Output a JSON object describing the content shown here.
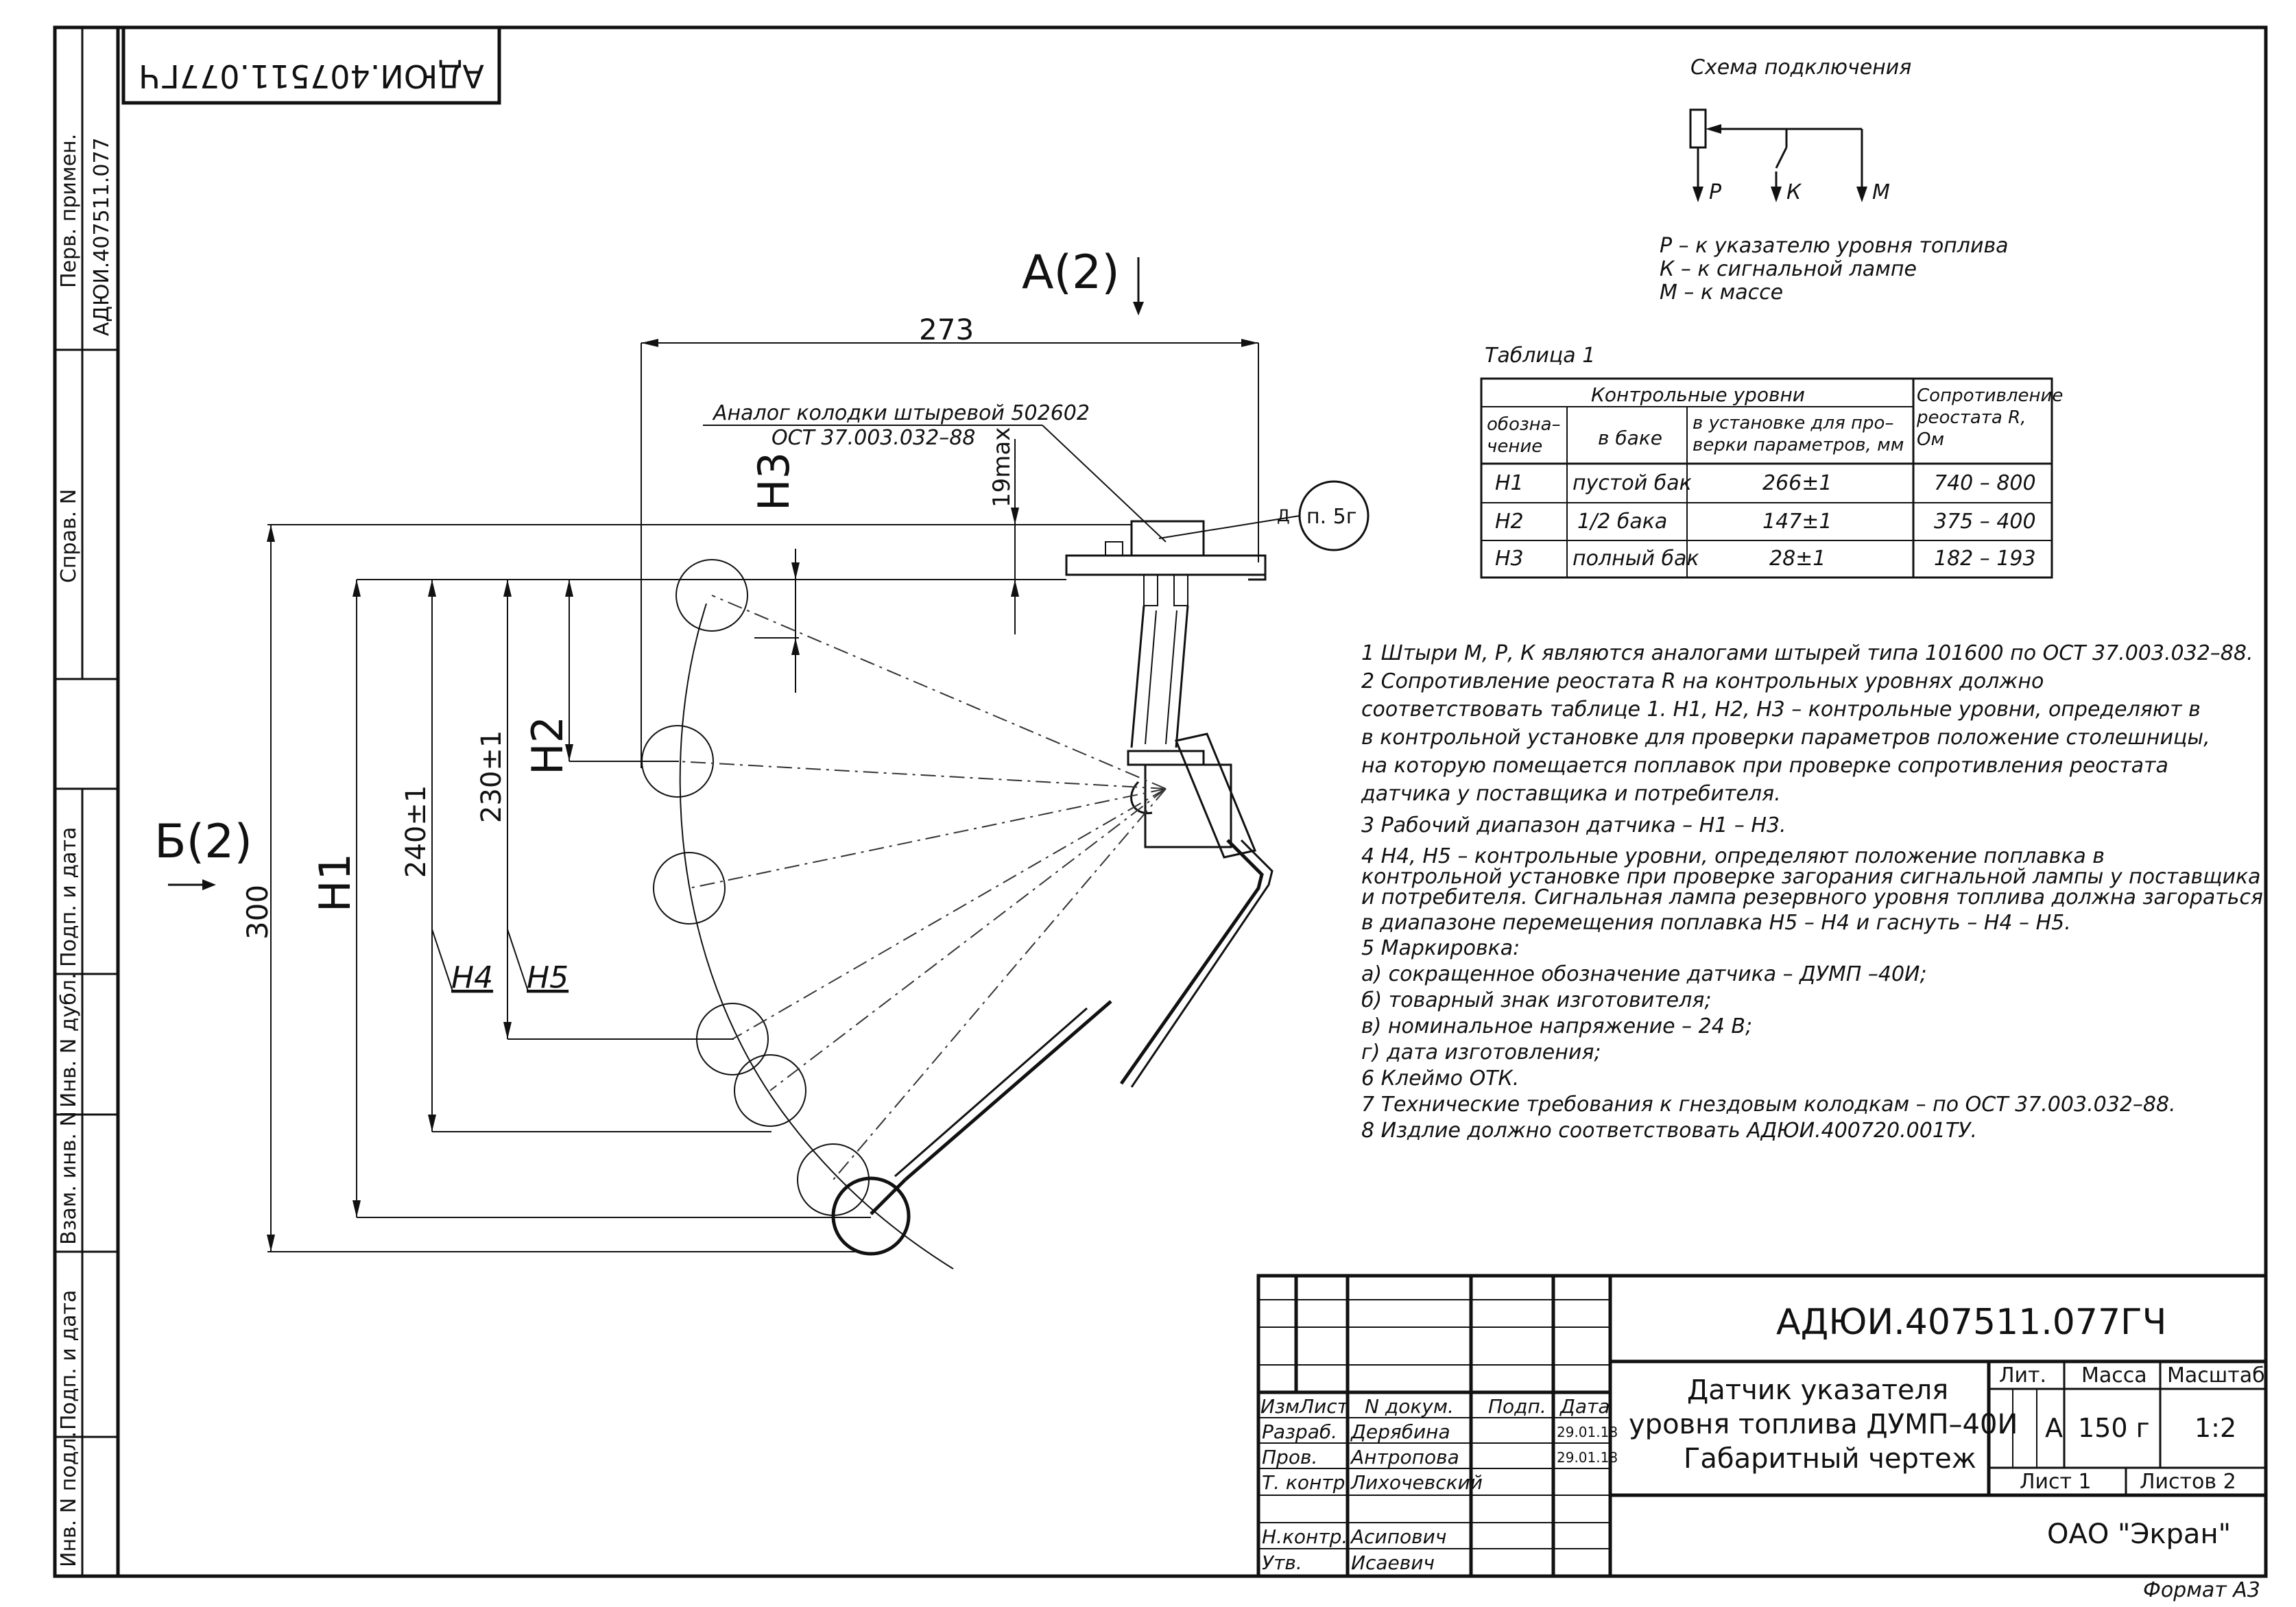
{
  "drawing": {
    "code": "АДЮИ.407511.077ГЧ",
    "code_mirrored": "АДЮИ.407511.077ГЧ",
    "format": "Формат А3"
  },
  "left_strip": {
    "perv_primen": "Перв. примен.",
    "perv_code": "АДЮИ.407511.077",
    "sprav_n": "Справ. N",
    "podp_data_1": "Подп. и дата",
    "inv_n_dubl": "Инв. N дубл.",
    "vzam_inv_n": "Взам. инв. N",
    "podp_data_2": "Подп. и дата",
    "inv_n_podl": "Инв. N подл."
  },
  "views": {
    "view_a": "А(2)",
    "view_b": "Б(2)"
  },
  "dimensions": {
    "d273": "273",
    "d300": "300",
    "d240": "240±1",
    "d230": "230±1",
    "d19max": "19max",
    "h1": "H1",
    "h2": "H2",
    "h3": "H3",
    "h4": "H4",
    "h5": "H5"
  },
  "callout": {
    "connector_line1": "Аналог колодки штыревой 502602",
    "connector_line2": "ОСТ 37.003.032–88",
    "ref_d": "Д",
    "ref_p": "п. 5г"
  },
  "scheme": {
    "title": "Схема подключения",
    "pin_p": "Р",
    "pin_k": "К",
    "pin_m": "М",
    "legend": [
      "Р – к указателю уровня топлива",
      "К  – к сигнальной лампе",
      "М  – к массе"
    ]
  },
  "table1": {
    "caption": "Таблица 1",
    "head_levels": "Контрольные уровни",
    "head_resist": [
      "Сопротивление",
      "реостата R,",
      "Ом"
    ],
    "col_designation": [
      "обозна–",
      "чение"
    ],
    "col_tank": "в баке",
    "col_install": [
      "в установке для про–",
      "верки параметров, мм"
    ],
    "rows": [
      {
        "code": "H1",
        "tank": "пустой бак",
        "mm": "266±1",
        "ohm": "740  –  800"
      },
      {
        "code": "H2",
        "tank": "1/2 бака",
        "mm": "147±1",
        "ohm": "375  –  400"
      },
      {
        "code": "H3",
        "tank": "полный бак",
        "mm": "28±1",
        "ohm": "182  –  193"
      }
    ]
  },
  "notes": [
    "   1  Штыри М, Р,  К являются аналогами штырей типа 101600  по ОСТ 37.003.032–88.",
    "   2  Сопротивление реостата R на контрольных уровнях должно",
    "соответствовать таблице 1.  H1,  H2,  H3 – контрольные уровни,  определяют в",
    "в контрольной установке для проверки параметров положение столешницы,",
    "на которую помещается поплавок при проверке сопротивления реостата",
    "датчика у поставщика и потребителя.",
    "   3  Рабочий диапазон датчика –  H1  –  H3.",
    "   4  H4,  H5   –  контрольные уровни, определяют положение поплавка в",
    "контрольной  установке при проверке загорания сигнальной лампы у поставщика",
    "и потребителя.  Сигнальная лампа резервного уровня топлива должна загораться",
    "в диапазоне перемещения поплавка H5 – H4  и гаснуть –    H4 – H5.",
    "   5  Маркировка:",
    "   а)  сокращенное обозначение датчика –  ДУМП –40И;",
    "   б)  товарный знак изготовителя;",
    "   в)  номинальное напряжение – 24 В;",
    "   г)  дата изготовления;",
    "   6  Клеймо ОТК.",
    "   7  Технические требования к гнездовым колодкам – по ОСТ 37.003.032–88.",
    "   8  Издлие должно   соответствовать   АДЮИ.400720.001ТУ."
  ],
  "title_block": {
    "name_lines": [
      "Датчик указателя",
      "уровня топлива ДУМП–40И",
      "Габаритный чертеж"
    ],
    "hdr_izm": "Изм",
    "hdr_list": "Лист",
    "hdr_n_dokum": "N  докум.",
    "hdr_podp": "Подп.",
    "hdr_data": "Дата",
    "role_razrab": "Разраб.",
    "role_prov": "Пров.",
    "role_tkontr": "Т.  контр",
    "role_nkontr": "Н.контр.",
    "role_utv": "Утв.",
    "name_razrab": "Дерябина",
    "name_prov": "Антропова",
    "name_tkontr": "Лихочевский",
    "name_nkontr": "Асипович",
    "name_utv": "Исаевич",
    "date_razrab": "29.01.18",
    "date_prov": "29.01.18",
    "lit_label": "Лит.",
    "mass_label": "Масса",
    "scale_label": "Масштаб",
    "lit_value": "А",
    "mass_value": "150  г",
    "scale_value": "1:2",
    "sheet_label": "Лист  1",
    "sheets_label": "Листов  2",
    "org": "ОАО  \"Экран\""
  }
}
